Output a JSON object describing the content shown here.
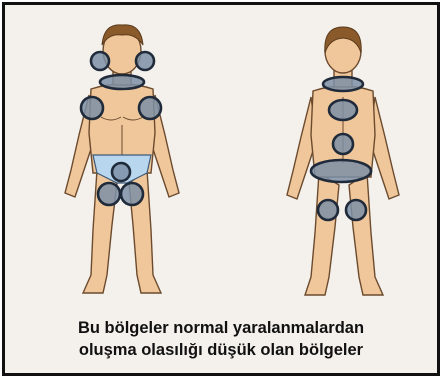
{
  "caption": {
    "line1": "Bu bölgeler normal yaralanmalardan",
    "line2": "oluşma olasılığı düşük olan bölgeler"
  },
  "colors": {
    "background": "#f4f1ec",
    "skin": "#f0c79a",
    "skin_outline": "#6b4a2e",
    "hair": "#8a5a2b",
    "underwear": "#b9d6ef",
    "region_fill": "#7d8fa6",
    "region_stroke": "#1f2a3a"
  },
  "figures": [
    {
      "view": "front",
      "regions": [
        "ear-left",
        "ear-right",
        "neck",
        "armpit-left",
        "armpit-right",
        "groin",
        "thigh-inner-left",
        "thigh-inner-right"
      ]
    },
    {
      "view": "back",
      "regions": [
        "neck-back",
        "upper-back",
        "lower-back",
        "buttocks",
        "back-of-knee-left",
        "back-of-knee-right"
      ]
    }
  ]
}
